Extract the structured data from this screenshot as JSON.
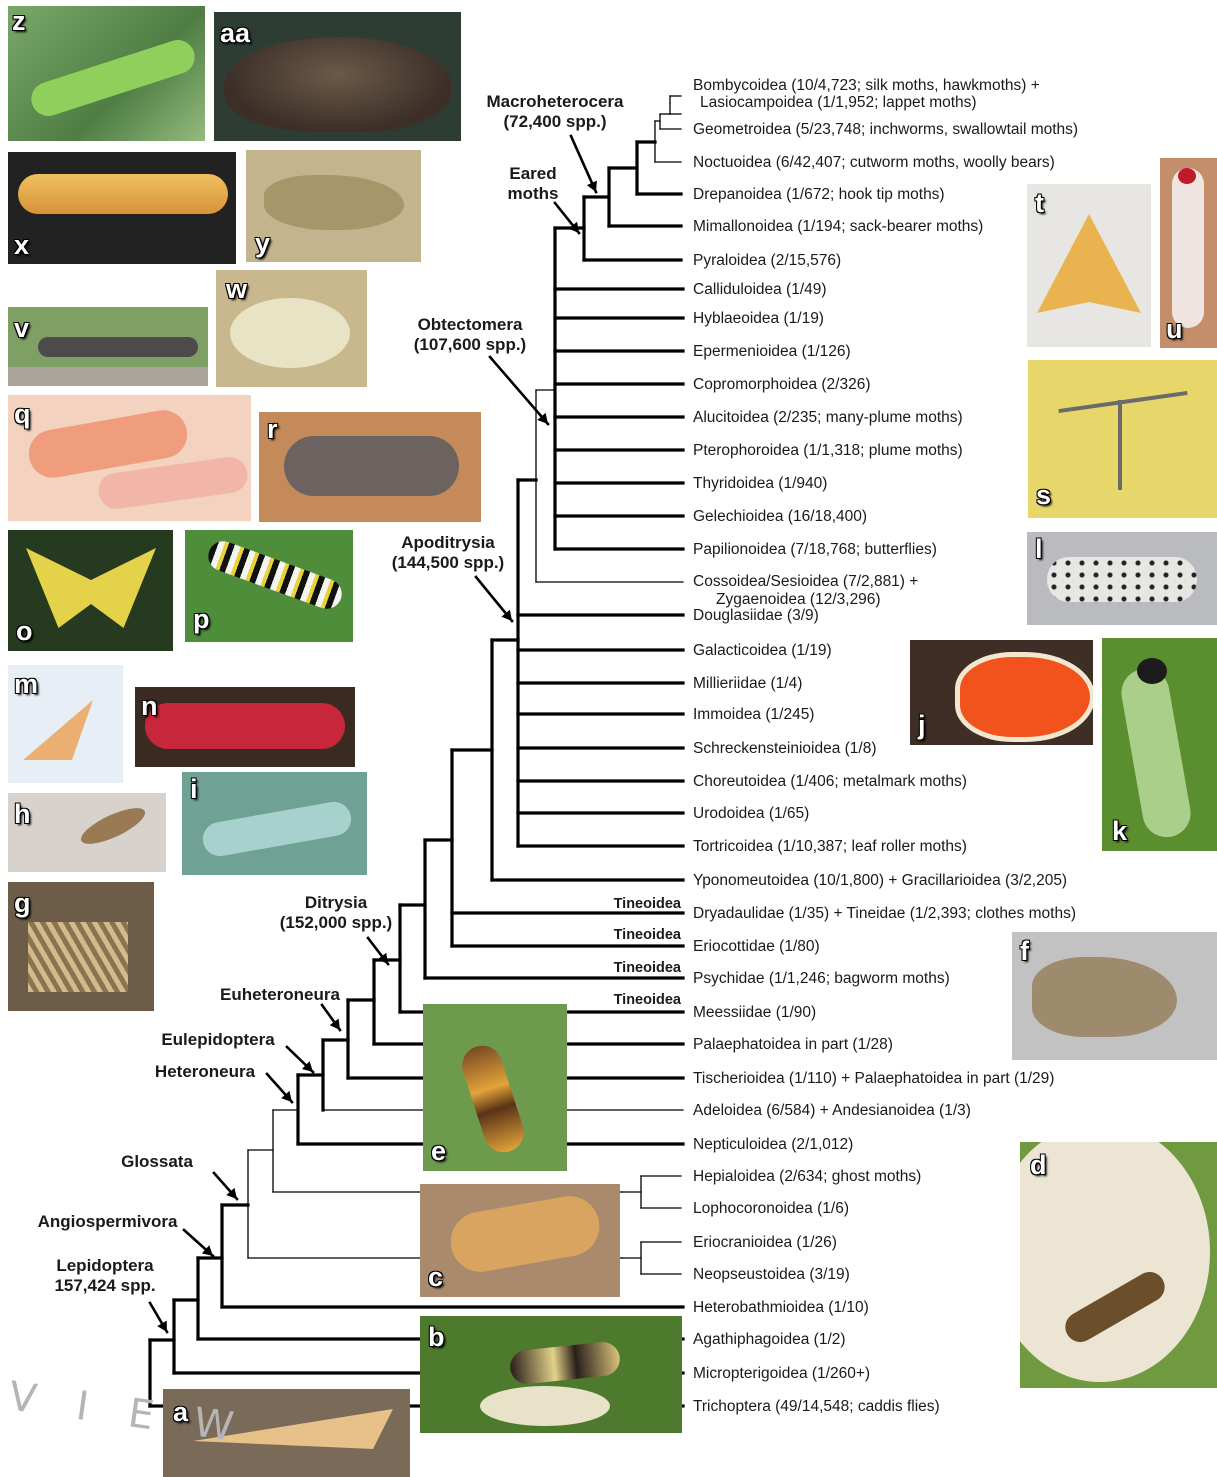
{
  "taxa": [
    "Bombycoidea  (10/4,723; silk moths, hawkmoths) +",
    "Lasiocampoidea (1/1,952; lappet moths)",
    "Geometroidea (5/23,748; inchworms, swallowtail moths)",
    "Noctuoidea (6/42,407; cutworm moths, woolly bears)",
    "Drepanoidea (1/672; hook tip moths)",
    "Mimallonoidea (1/194; sack-bearer moths)",
    "Pyraloidea (2/15,576)",
    "Calliduloidea (1/49)",
    "Hyblaeoidea (1/19)",
    "Epermenioidea (1/126)",
    "Copromorphoidea (2/326)",
    "Alucitoidea (2/235; many-plume moths)",
    "Pterophoroidea (1/1,318; plume moths)",
    "Thyridoidea (1/940)",
    "Gelechioidea (16/18,400)",
    "Papilionoidea (7/18,768; butterflies)",
    "Cossoidea/Sesioidea (7/2,881) +",
    "Zygaenoidea (12/3,296)",
    "Douglasiidae (3/9)",
    "Galacticoidea (1/19)",
    "Millieriidae (1/4)",
    "Immoidea (1/245)",
    "Schreckensteinioidea (1/8)",
    "Choreutoidea (1/406; metalmark moths)",
    "Urodoidea (1/65)",
    "Tortricoidea (1/10,387; leaf roller moths)",
    "Yponomeutoidea (10/1,800) + Gracillarioidea (3/2,205)",
    "Dryadaulidae (1/35) + Tineidae (1/2,393; clothes moths)",
    "Eriocottidae (1/80)",
    "Psychidae (1/1,246; bagworm moths)",
    "Meessiidae (1/90)",
    "Palaephatoidea in part (1/28)",
    "Tischerioidea (1/110) + Palaephatoidea in part (1/29)",
    "Adeloidea (6/584) + Andesianoidea (1/3)",
    "Nepticuloidea (2/1,012)",
    "Hepialoidea (2/634; ghost moths)",
    "Lophocoronoidea (1/6)",
    "Eriocranioidea (1/26)",
    "Neopseustoidea (3/19)",
    "Heterobathmioidea (1/10)",
    "Agathiphagoidea (1/2)",
    "Micropterigoidea (1/260+)",
    "Trichoptera (49/14,548; caddis flies)"
  ],
  "clades": {
    "macroheterocera": [
      "Macroheterocera",
      "(72,400 spp.)"
    ],
    "eared": [
      "Eared",
      "moths"
    ],
    "obtectomera": [
      "Obtectomera",
      "(107,600 spp.)"
    ],
    "apoditrysia": [
      "Apoditrysia",
      "(144,500 spp.)"
    ],
    "ditrysia": [
      "Ditrysia",
      "(152,000 spp.)"
    ],
    "euheteroneura": [
      "Euheteroneura"
    ],
    "eulepidoptera": [
      "Eulepidoptera"
    ],
    "heteroneura": [
      "Heteroneura"
    ],
    "glossata": [
      "Glossata"
    ],
    "angiospermivora": [
      "Angiospermivora"
    ],
    "lepidoptera": [
      "Lepidoptera",
      "157,424 spp."
    ]
  },
  "tineoidea_label": "Tineoidea",
  "photo_labels": {
    "z": "z",
    "aa": "aa",
    "x": "x",
    "y": "y",
    "v": "v",
    "w": "w",
    "q": "q",
    "r": "r",
    "o": "o",
    "p": "p",
    "m": "m",
    "n": "n",
    "h": "h",
    "i": "i",
    "g": "g",
    "t": "t",
    "u": "u",
    "s": "s",
    "l": "l",
    "j": "j",
    "k": "k",
    "f": "f",
    "e": "e",
    "d": "d",
    "c": "c",
    "b": "b",
    "a": "a"
  },
  "watermark": "V I E W",
  "colors": {
    "branch": "#000000",
    "label_text": "#1a1a1a",
    "watermark": "#b5b5b5"
  }
}
